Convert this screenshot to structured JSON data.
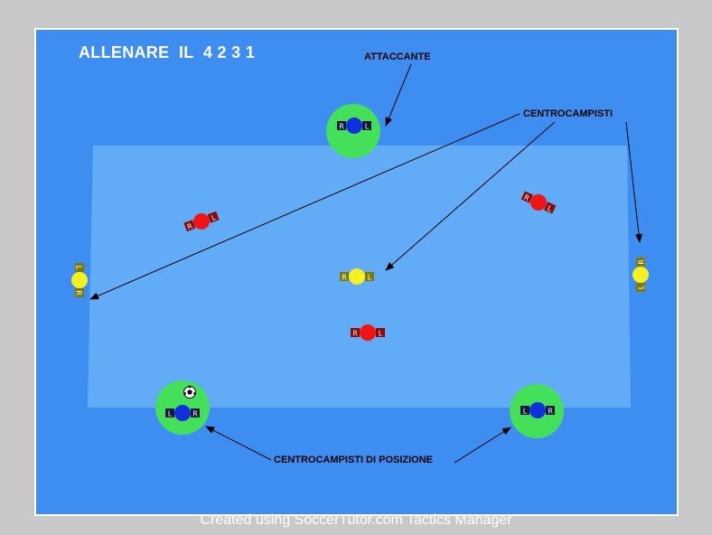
{
  "title": "ALLENARE  IL  4 2 3 1",
  "labels": {
    "attaccante": "ATTACCANTE",
    "centrocampisti": "CENTROCAMPISTI",
    "centrocampisti_posizione": "CENTROCAMPISTI DI POSIZIONE"
  },
  "footer": "Created using SoccerTutor.com Tactics Manager",
  "colors": {
    "outer_field": "#3d8ef0",
    "inner_area": "#62acf7",
    "highlight": "#44e05a",
    "blue_player": "#1030e0",
    "red_player": "#f01414",
    "yellow_player": "#f6f020"
  },
  "player_markers": {
    "left_foot": "L",
    "right_foot": "R"
  }
}
